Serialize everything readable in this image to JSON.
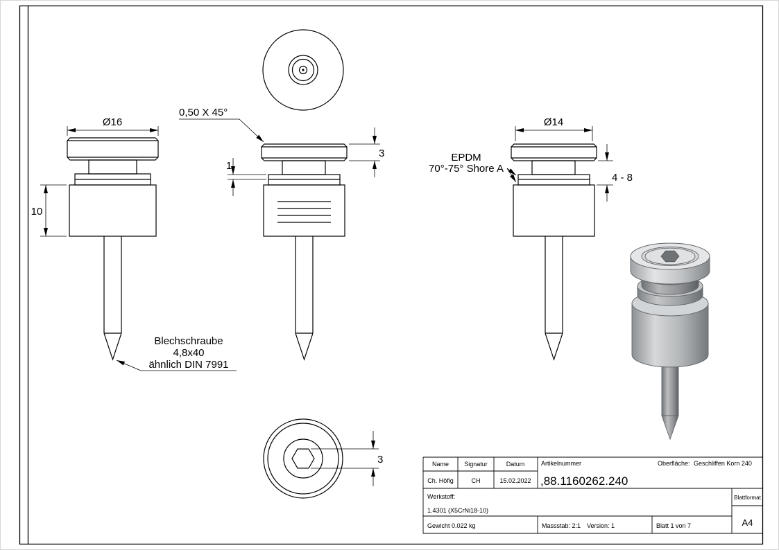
{
  "colors": {
    "background": "#ffffff",
    "line": "#000000"
  },
  "drawing": {
    "left_view": {
      "dim_diameter": "Ø16",
      "dim_body_height": "10"
    },
    "screw_label": {
      "line1": "Blechschraube",
      "line2": "4,8x40",
      "line3": "ähnlich DIN 7991"
    },
    "middle_view": {
      "chamfer_label": "0,50 X 45°",
      "dim_head_height": "3",
      "dim_washer_thickness": "1"
    },
    "right_view": {
      "dim_diameter": "Ø14",
      "epdm_label_line1": "EPDM",
      "epdm_label_line2": "70°-75° Shore A",
      "dim_clamp_range": "4 - 8"
    },
    "bottom_view": {
      "dim_hex_socket": "3"
    }
  },
  "title_block": {
    "col_name": "Name",
    "col_signatur": "Signatur",
    "col_datum": "Datum",
    "col_artikelnummer": "Artikelnummer",
    "surface_label": "Oberfläche:",
    "surface_value": "Geschliffen Korn 240",
    "name_value": "Ch. Höfig",
    "signatur_value": "CH",
    "datum_value": "15.02.2022",
    "artikelnummer_value": ",88.1160262.240",
    "werkstoff_label": "Werkstoff:",
    "werkstoff_value": "1.4301 (X5CrNi18-10)",
    "blattformat_label": "Blattformat",
    "blattformat_value": "A4",
    "gewicht_text": "Gewicht 0.022 kg",
    "massstab_text": "Massstab: 2:1",
    "version_text": "Version: 1",
    "blatt_text": "Blatt 1 von 7"
  }
}
